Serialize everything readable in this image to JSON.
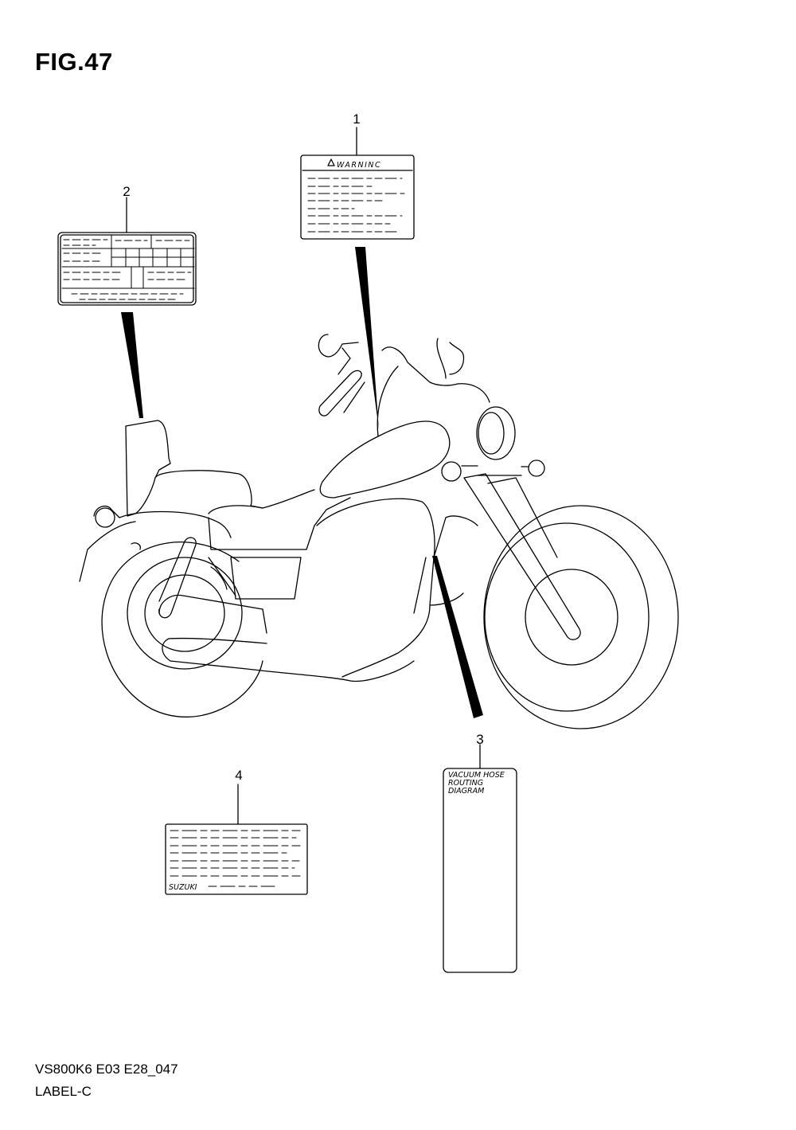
{
  "figure": {
    "title": "FIG.47",
    "code": "VS800K6 E03 E28_047",
    "name": "LABEL-C"
  },
  "labels": {
    "warning": {
      "number": "1",
      "heading": "WARNINC"
    },
    "info": {
      "number": "2"
    },
    "hose": {
      "number": "3",
      "lines": [
        "VACUUM HOSE",
        "ROUTING",
        "DIAGRAM"
      ]
    },
    "suzuki": {
      "number": "4",
      "brand": "SUZUKI"
    }
  }
}
